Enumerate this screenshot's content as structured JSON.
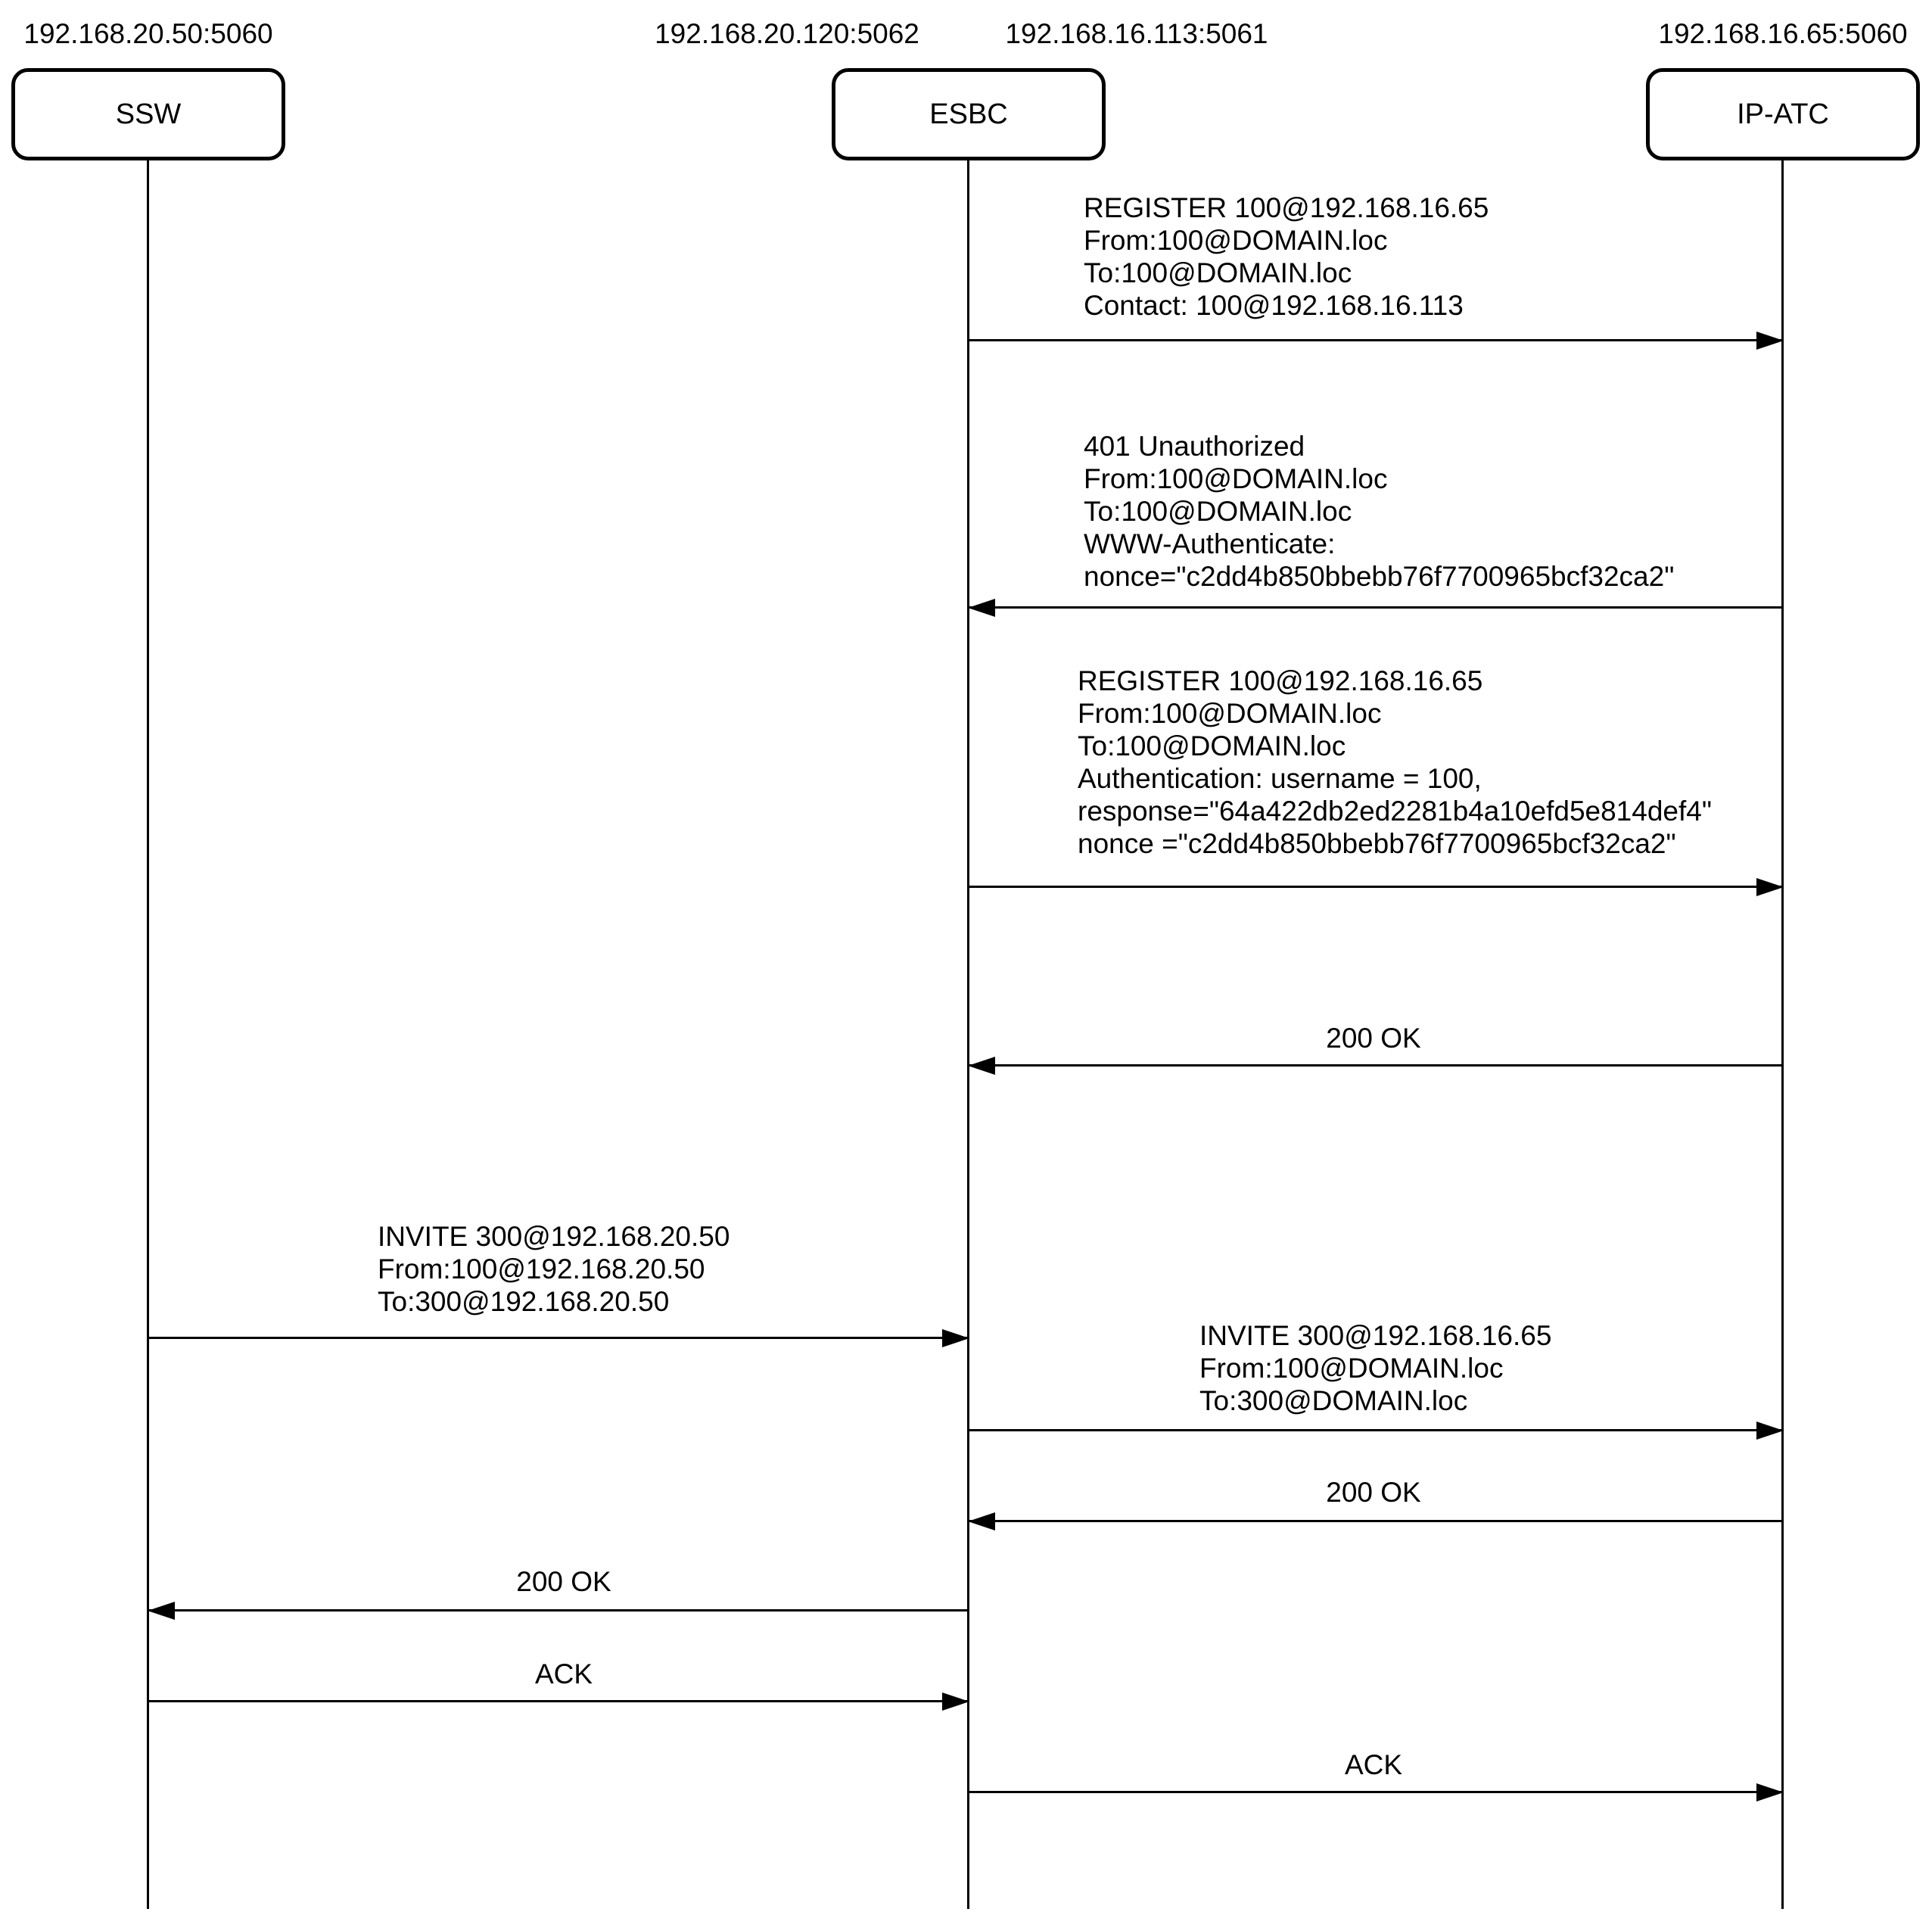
{
  "diagram": {
    "type": "sip-call-flow-sequence",
    "colors": {
      "line": "#000000",
      "text": "#000000",
      "background": "#ffffff"
    },
    "endpoints": [
      {
        "label": "SSW",
        "addresses": [
          "192.168.20.50:5060"
        ]
      },
      {
        "label": "ESBC",
        "addresses": [
          "192.168.20.120:5062",
          "192.168.16.113:5061"
        ]
      },
      {
        "label": "IP-ATC",
        "addresses": [
          "192.168.16.65:5060"
        ]
      }
    ],
    "messages": [
      {
        "from": "ESBC",
        "to": "IP-ATC",
        "lines": [
          "REGISTER 100@192.168.16.65",
          "From:100@DOMAIN.loc",
          "To:100@DOMAIN.loc",
          "Contact: 100@192.168.16.113"
        ]
      },
      {
        "from": "IP-ATC",
        "to": "ESBC",
        "lines": [
          "401 Unauthorized",
          "From:100@DOMAIN.loc",
          "To:100@DOMAIN.loc",
          "WWW-Authenticate:",
          "nonce=\"c2dd4b850bbebb76f7700965bcf32ca2\""
        ]
      },
      {
        "from": "ESBC",
        "to": "IP-ATC",
        "lines": [
          "REGISTER 100@192.168.16.65",
          "From:100@DOMAIN.loc",
          "To:100@DOMAIN.loc",
          "Authentication: username = 100,",
          "response=\"64a422db2ed2281b4a10efd5e814def4\"",
          "nonce =\"c2dd4b850bbebb76f7700965bcf32ca2\""
        ]
      },
      {
        "from": "IP-ATC",
        "to": "ESBC",
        "lines": [
          "200 OK"
        ]
      },
      {
        "from": "SSW",
        "to": "ESBC",
        "lines": [
          "INVITE 300@192.168.20.50",
          "From:100@192.168.20.50",
          "To:300@192.168.20.50"
        ]
      },
      {
        "from": "ESBC",
        "to": "IP-ATC",
        "lines": [
          "INVITE 300@192.168.16.65",
          "From:100@DOMAIN.loc",
          "To:300@DOMAIN.loc"
        ]
      },
      {
        "from": "IP-ATC",
        "to": "ESBC",
        "lines": [
          "200 OK"
        ]
      },
      {
        "from": "ESBC",
        "to": "SSW",
        "lines": [
          "200 OK"
        ]
      },
      {
        "from": "SSW",
        "to": "ESBC",
        "lines": [
          "ACK"
        ]
      },
      {
        "from": "ESBC",
        "to": "IP-ATC",
        "lines": [
          "ACK"
        ]
      }
    ]
  }
}
